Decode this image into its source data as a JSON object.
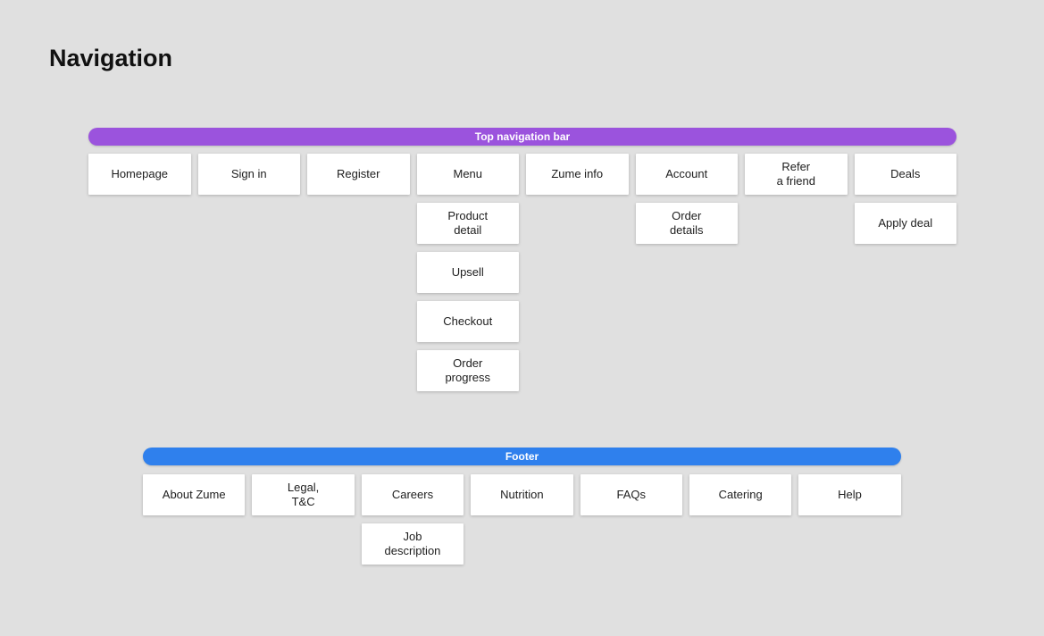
{
  "page": {
    "title": "Navigation",
    "background": "#e0e0e0"
  },
  "sections": {
    "top": {
      "bar_label": "Top navigation bar",
      "bar_color": "#9b53dd",
      "columns": 8,
      "nodes": [
        {
          "id": "homepage",
          "label": "Homepage",
          "col": 1,
          "row": 1
        },
        {
          "id": "sign-in",
          "label": "Sign in",
          "col": 2,
          "row": 1
        },
        {
          "id": "register",
          "label": "Register",
          "col": 3,
          "row": 1
        },
        {
          "id": "menu",
          "label": "Menu",
          "col": 4,
          "row": 1
        },
        {
          "id": "zume-info",
          "label": "Zume info",
          "col": 5,
          "row": 1
        },
        {
          "id": "account",
          "label": "Account",
          "col": 6,
          "row": 1
        },
        {
          "id": "refer-a-friend",
          "label": "Refer\na friend",
          "col": 7,
          "row": 1
        },
        {
          "id": "deals",
          "label": "Deals",
          "col": 8,
          "row": 1
        },
        {
          "id": "product-detail",
          "label": "Product\ndetail",
          "col": 4,
          "row": 2
        },
        {
          "id": "order-details",
          "label": "Order\ndetails",
          "col": 6,
          "row": 2
        },
        {
          "id": "apply-deal",
          "label": "Apply deal",
          "col": 8,
          "row": 2
        },
        {
          "id": "upsell",
          "label": "Upsell",
          "col": 4,
          "row": 3
        },
        {
          "id": "checkout",
          "label": "Checkout",
          "col": 4,
          "row": 4
        },
        {
          "id": "order-progress",
          "label": "Order\nprogress",
          "col": 4,
          "row": 5
        }
      ]
    },
    "footer": {
      "bar_label": "Footer",
      "bar_color": "#2f80ed",
      "columns": 7,
      "nodes": [
        {
          "id": "about-zume",
          "label": "About Zume",
          "col": 1,
          "row": 1
        },
        {
          "id": "legal-tc",
          "label": "Legal,\nT&C",
          "col": 2,
          "row": 1
        },
        {
          "id": "careers",
          "label": "Careers",
          "col": 3,
          "row": 1
        },
        {
          "id": "nutrition",
          "label": "Nutrition",
          "col": 4,
          "row": 1
        },
        {
          "id": "faqs",
          "label": "FAQs",
          "col": 5,
          "row": 1
        },
        {
          "id": "catering",
          "label": "Catering",
          "col": 6,
          "row": 1
        },
        {
          "id": "help",
          "label": "Help",
          "col": 7,
          "row": 1
        },
        {
          "id": "job-description",
          "label": "Job\ndescription",
          "col": 3,
          "row": 2
        }
      ]
    }
  }
}
